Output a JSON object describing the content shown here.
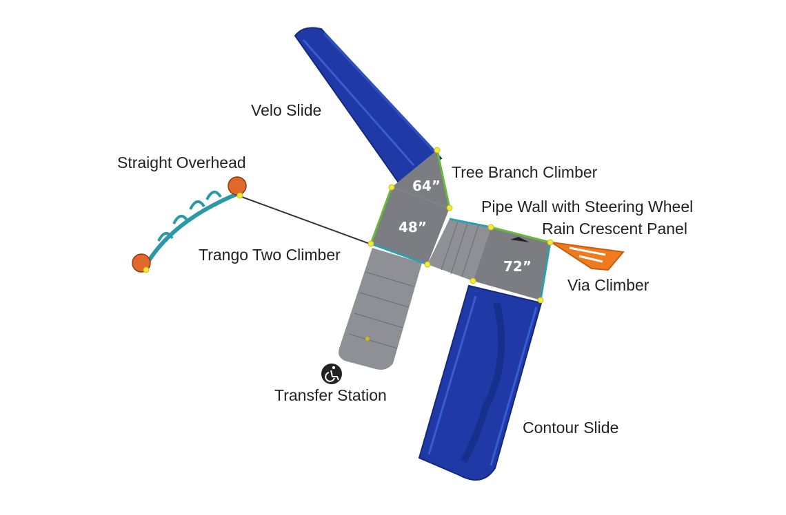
{
  "labels": {
    "velo_slide": "Velo Slide",
    "straight_overhead": "Straight Overhead",
    "tree_branch_climber": "Tree Branch Climber",
    "pipe_wall": "Pipe Wall with Steering Wheel",
    "rain_crescent": "Rain Crescent Panel",
    "trango_two": "Trango Two Climber",
    "via_climber": "Via Climber",
    "transfer_station": "Transfer Station",
    "contour_slide": "Contour Slide"
  },
  "decks": {
    "deck_64": "64”",
    "deck_48": "48”",
    "deck_72": "72”"
  },
  "icons": {
    "accessibility": "wheelchair-accessibility-icon"
  },
  "colors": {
    "slide_blue": "#1f3aa6",
    "platform_gray": "#7b7d82",
    "edge_teal": "#2aa0b0",
    "edge_green": "#69b83a",
    "post_yellow": "#f1ea3c",
    "via_orange": "#f07a1e",
    "overhead_teal": "#2a98a6",
    "basketball_orange": "#e2672a"
  }
}
